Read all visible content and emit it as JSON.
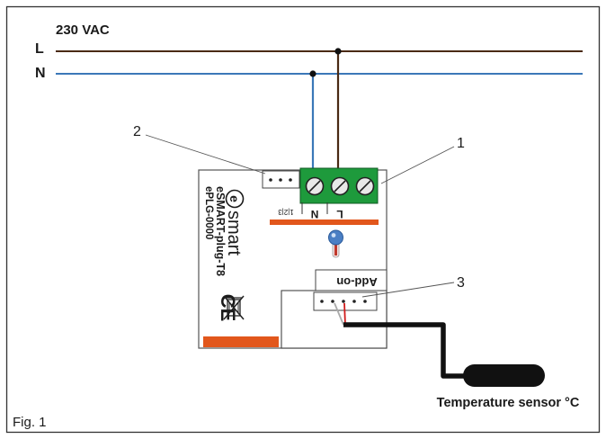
{
  "supply": {
    "voltage": "230 VAC",
    "line": "L",
    "neutral": "N"
  },
  "callouts": [
    "1",
    "2",
    "3"
  ],
  "device": {
    "brand_letter": "e",
    "brand_word": "smart",
    "model": "eSMART-plug-T8",
    "code": "ePLG-0000",
    "terminal_l": "L",
    "terminal_n": "N",
    "terminal_numbers": "1|2|3",
    "addon_label": "Add-on",
    "ce_mark": "CE"
  },
  "sensor_label": "Temperature sensor °C",
  "figure_label": "Fig. 1",
  "colors": {
    "line_wire": "#4a2a14",
    "neutral_wire": "#3b78b8",
    "terminal_green": "#1e9a3c",
    "accent_orange": "#e2571c",
    "cable": "#111111",
    "frame": "#333333"
  }
}
